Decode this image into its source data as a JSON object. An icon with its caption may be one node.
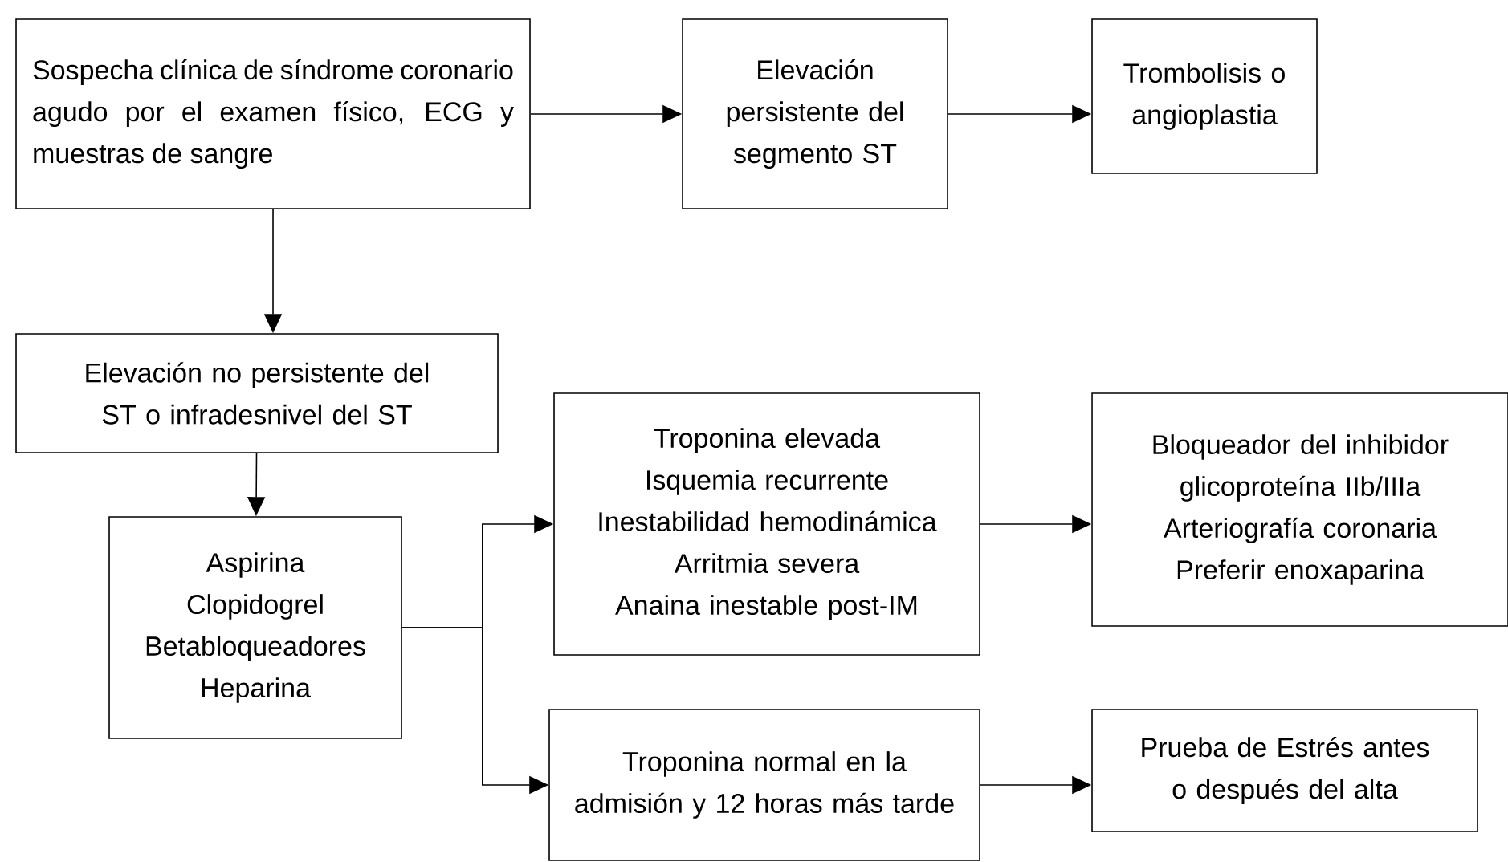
{
  "diagram": {
    "nodes": [
      {
        "text": [
          "Sospecha clínica de síndrome coronario agudo por el examen físico, ECG y muestras de sangre"
        ]
      },
      {
        "text": [
          "Elevación persistente del segmento ST"
        ]
      },
      {
        "text": [
          "Trombolisis o angioplastia"
        ]
      },
      {
        "text": [
          "Elevación no persistente del ST o infradesnivel del ST"
        ]
      },
      {
        "text": [
          "Aspirina",
          "Clopidogrel",
          "Betabloqueadores",
          "Heparina"
        ]
      },
      {
        "text": [
          "Troponina elevada",
          "Isquemia recurrente",
          "Inestabilidad hemodinámica",
          "Arritmia severa",
          "Anaina inestable post-IM"
        ]
      },
      {
        "text": [
          "Bloqueador del inhibidor glicoproteína IIb/IIIa",
          "Arteriografía coronaria",
          "Preferir enoxaparina"
        ]
      },
      {
        "text": [
          "Troponina normal en la admisión y 12 horas más tarde"
        ]
      },
      {
        "text": [
          "Prueba de Estrés antes o después del alta"
        ]
      }
    ],
    "edges": [
      {
        "from": 0,
        "to": 1,
        "arrow": "to"
      },
      {
        "from": 1,
        "to": 2,
        "arrow": "to"
      },
      {
        "from": 0,
        "to": 3,
        "arrow": "to"
      },
      {
        "from": 3,
        "to": 4,
        "arrow": "to"
      },
      {
        "from": 4,
        "to": 5,
        "arrow": "to"
      },
      {
        "from": 4,
        "to": 7,
        "arrow": "to"
      },
      {
        "from": 5,
        "to": 6,
        "arrow": "to"
      },
      {
        "from": 7,
        "to": 8,
        "arrow": "to"
      }
    ]
  }
}
